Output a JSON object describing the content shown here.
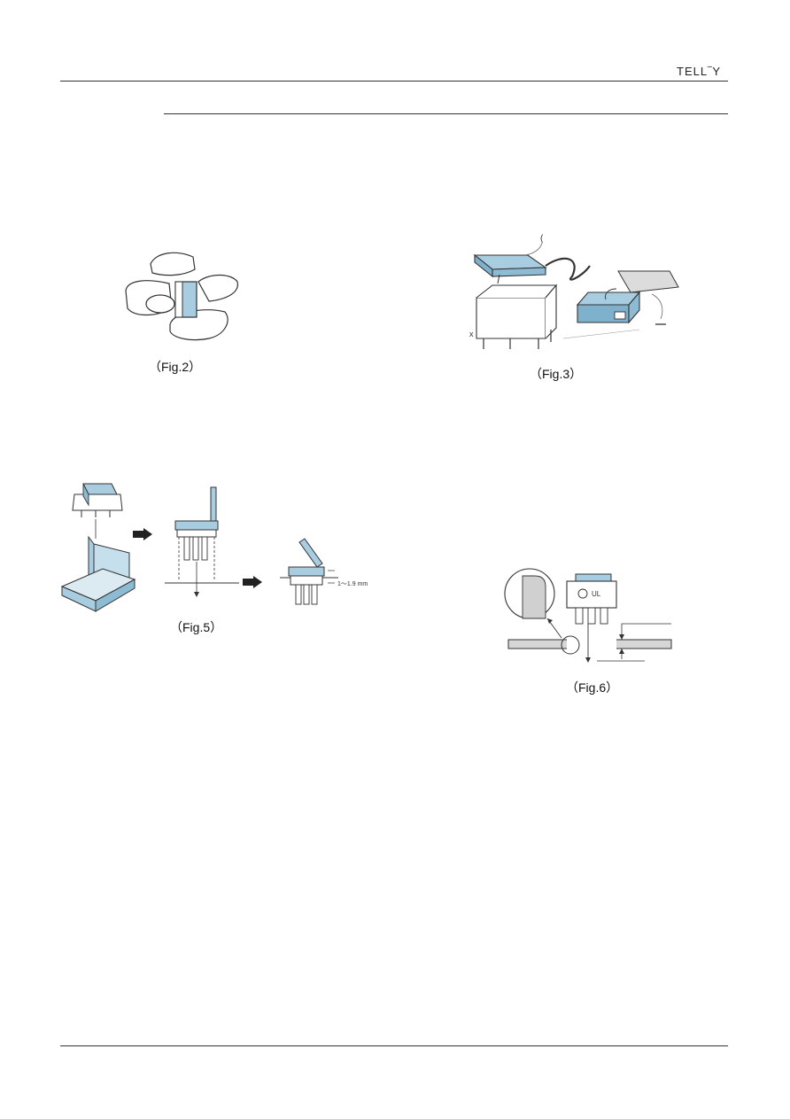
{
  "header": {
    "logo_text": "TELL‾Y"
  },
  "figures": {
    "fig2": {
      "caption": "（Fig.2）"
    },
    "fig3": {
      "caption": "（Fig.3）"
    },
    "fig5": {
      "caption": "（Fig.5）",
      "dimension_label": "1～1.9 mm"
    },
    "fig6": {
      "caption": "（Fig.6）"
    }
  },
  "colors": {
    "accent": "#a8cce0",
    "outline": "#333333"
  }
}
